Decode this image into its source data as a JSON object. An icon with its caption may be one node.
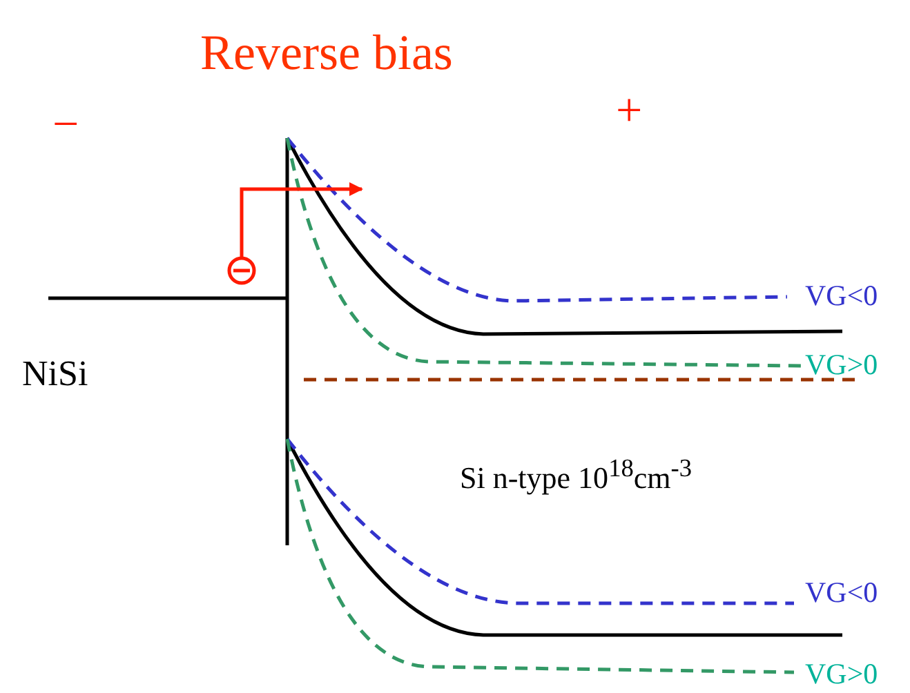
{
  "diagram": {
    "title": "Reverse bias",
    "labels": [
      "−",
      "+",
      "NiSi",
      "VG<0",
      "VG>0",
      "Si n-type 10$^{18}$cm$^{-3}$",
      "VG<0",
      "VG>0"
    ]
  }
}
